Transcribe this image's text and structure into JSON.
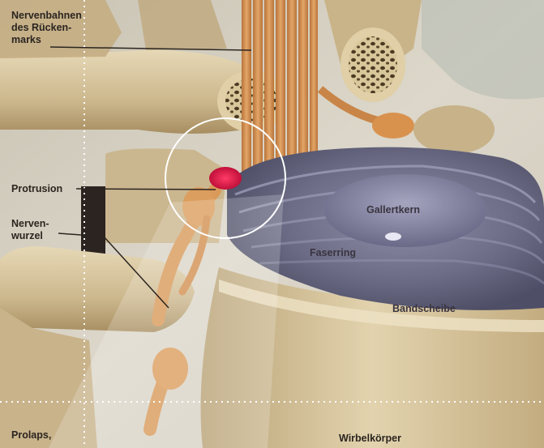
{
  "labels": {
    "spinal_tracts": "Nervenbahnen\ndes Rücken-\nmarks",
    "protrusion": "Protrusion",
    "nerve_root": "Nerven-\nwurzel",
    "prolapse": "Prolaps,",
    "gel_core": "Gallertkern",
    "fibrous_ring": "Faserring",
    "disc": "Bandscheibe",
    "vertebral_body": "Wirbelkörper"
  },
  "colors": {
    "background": "#d9d4c6",
    "bone": "#d8c6a0",
    "bone_shadow": "#b49e72",
    "disc": "#6e6e86",
    "disc_light": "#9c9cb4",
    "nerve": "#d99a5a",
    "protrusion": "#e0204a",
    "label_text": "#2b2520"
  }
}
